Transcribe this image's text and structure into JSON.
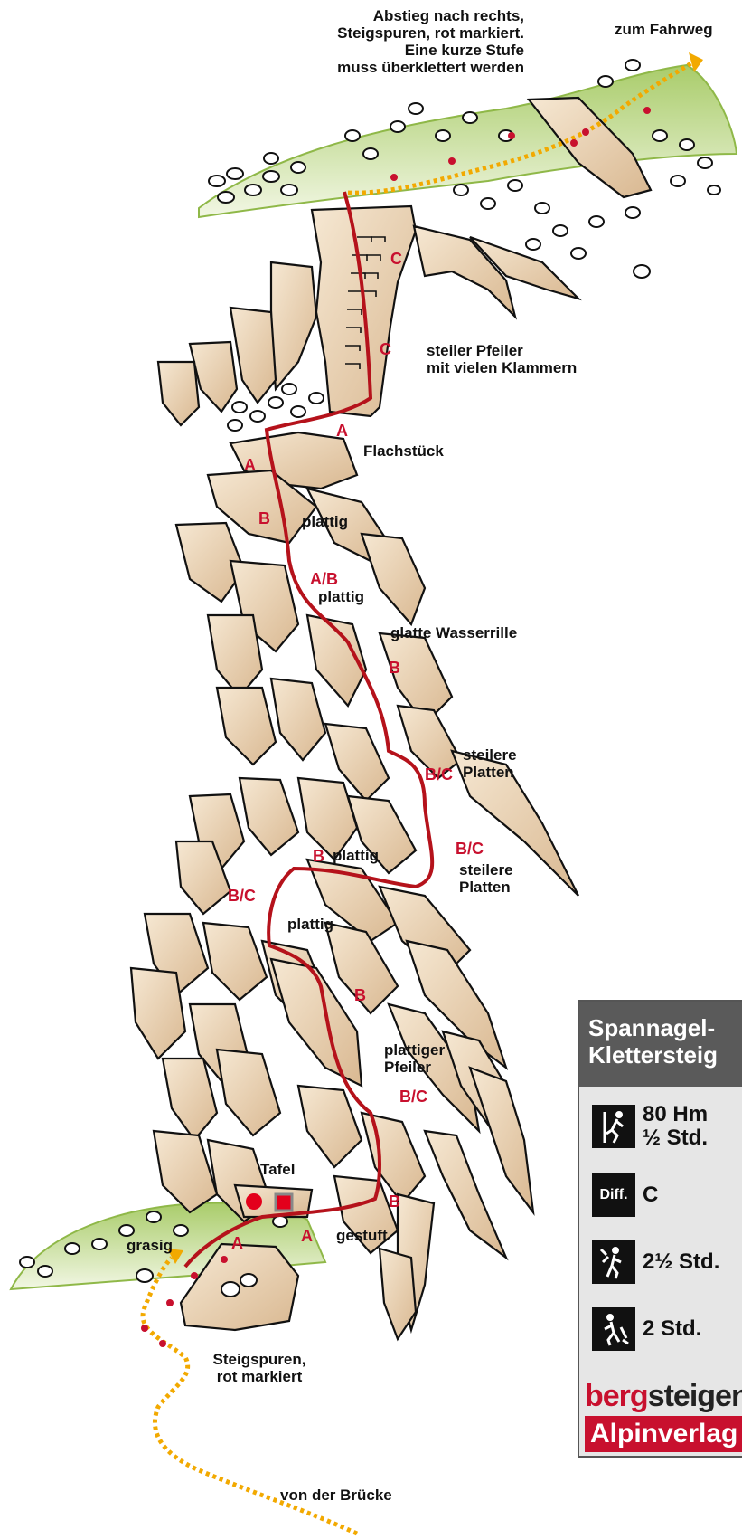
{
  "labels": {
    "descent": "Abstieg nach rechts,\nSteigspuren, rot markiert.\nEine kurze Stufe\nmuss überklettert werden",
    "to_road": "zum Fahrweg",
    "steep_pillar": "steiler Pfeiler\nmit vielen Klammern",
    "flat_section": "Flachstück",
    "plattig_1": "plattig",
    "plattig_2": "plattig",
    "smooth_gully": "glatte Wasserrille",
    "steeper_slabs_1": "steilere\nPlatten",
    "plattig_3": "plattig",
    "steeper_slabs_2": "steilere\nPlatten",
    "plattig_4": "plattig",
    "slabby_pillar": "plattiger\nPfeiler",
    "sign": "Tafel",
    "grassy": "grasig",
    "stepped": "gestuft",
    "trail": "Steigspuren,\nrot markiert",
    "from_bridge": "von der Brücke"
  },
  "grades": {
    "g1": "C",
    "g2": "C",
    "g3": "A",
    "g4": "A",
    "g5": "B",
    "g6": "A/B",
    "g7": "B",
    "g8": "B/C",
    "g9": "B/C",
    "g10": "B",
    "g11": "B/C",
    "g12": "B",
    "g13": "B/C",
    "g14": "B",
    "g15": "A",
    "g16": "A"
  },
  "infobox": {
    "title": "Spannagel-\nKlettersteig",
    "ascent": "80 Hm\n½ Std.",
    "diff_label": "Diff.",
    "difficulty": "C",
    "approach": "2½ Std.",
    "descent_time": "2 Std.",
    "brand_red": "berg",
    "brand_dark": "steigen",
    "publisher": "Alpinverlag"
  },
  "colors": {
    "route": "#b5121b",
    "path": "#f2a900",
    "rock": "#e7cfae",
    "grass": "#bfd98a",
    "grade": "#c8102e"
  },
  "icons": [
    "climber-icon",
    "hiker-up-icon",
    "hiker-down-icon"
  ]
}
